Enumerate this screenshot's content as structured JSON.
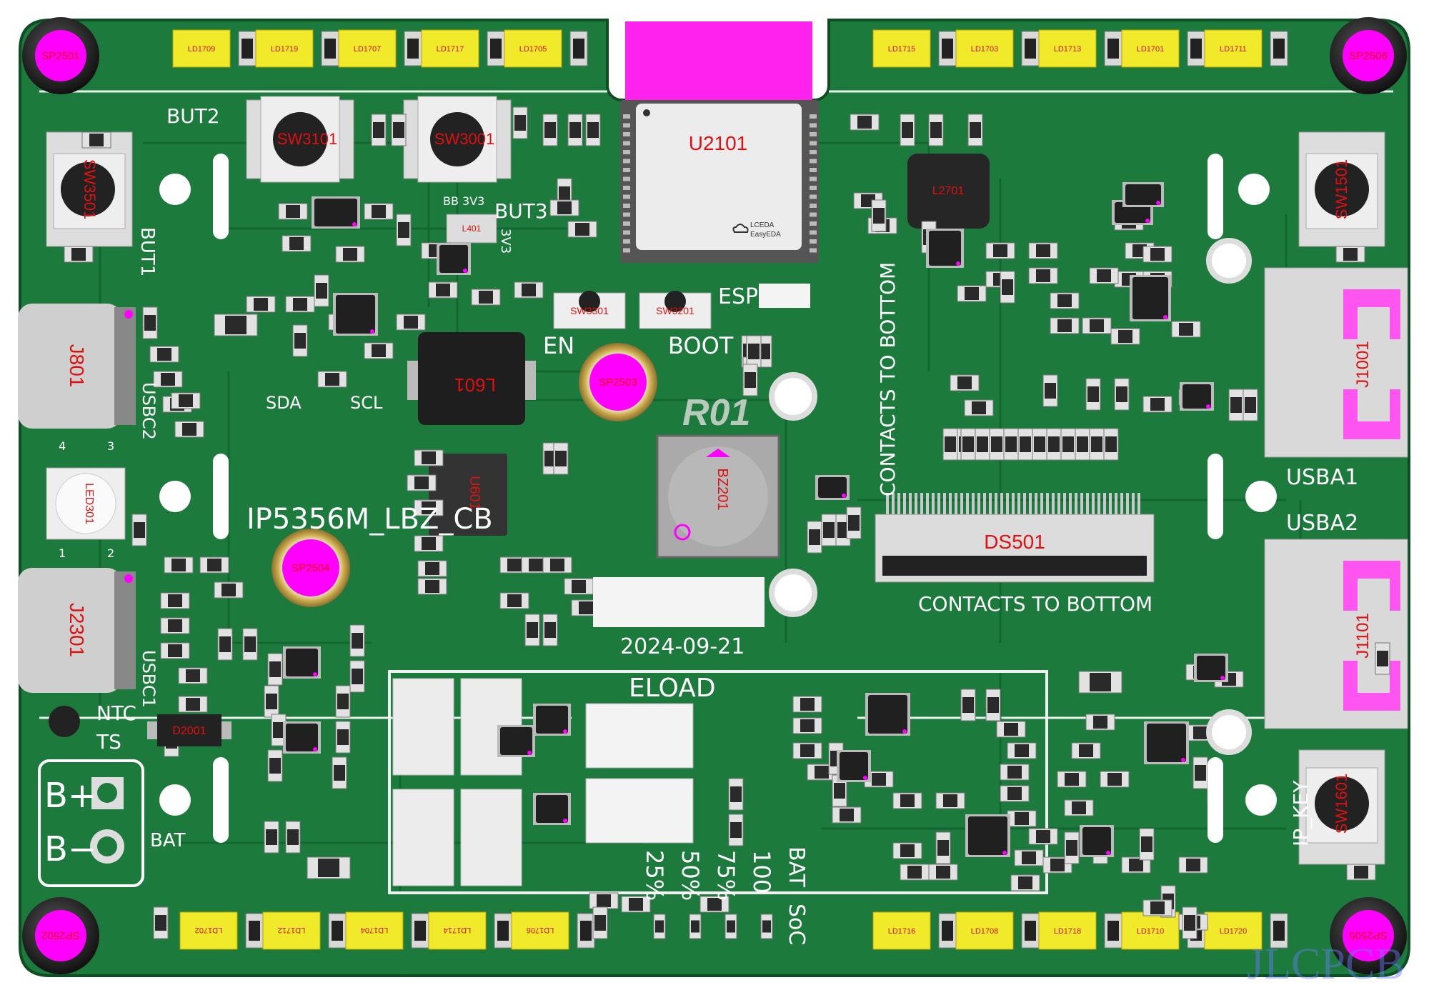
{
  "board": {
    "name": "IP5356M_LBZ_CB",
    "date": "2024-09-21",
    "revision": "R01",
    "watermark": "JLCPCB",
    "module_brand_1": "LCEDA",
    "module_brand_2": "EasyEDA"
  },
  "colors": {
    "pcb": "#1b7a3c",
    "pcb_dark": "#125e2c",
    "silk": "#ffffff",
    "marker": "#ff00ff",
    "refdes": "#e01010",
    "led": "#f1ea2a",
    "ic": "#222222",
    "pad": "#c9c9c9"
  },
  "silkscreen": {
    "but1": "BUT1",
    "but2": "BUT2",
    "but3": "BUT3",
    "bb3v3": "BB 3V3",
    "three_v3": "3V3",
    "en": "EN",
    "boot": "BOOT",
    "esp": "ESP",
    "sda": "SDA",
    "scl": "SCL",
    "usbc2": "USBC2",
    "usbc1": "USBC1",
    "usba1": "USBA1",
    "usba2": "USBA2",
    "ntc": "NTC",
    "ts": "TS",
    "bplus": "B+",
    "bminus": "B−",
    "bat": "BAT",
    "eload": "ELOAD",
    "contacts_v": "CONTACTS TO BOTTOM",
    "contacts_h": "CONTACTS TO BOTTOM",
    "ip_key": "IP_KEY",
    "pct25": "25%",
    "pct50": "50%",
    "pct75": "75%",
    "pct100": "100",
    "bat_soc_1": "BAT",
    "bat_soc_2": "SoC",
    "cc_4": "4",
    "cc_3": "3",
    "cc_1": "1",
    "cc_2": "2"
  },
  "refdes": {
    "sp2501": "SP2501",
    "sp2506": "SP2506",
    "sp2502": "SP2502",
    "sp2505": "SP2505",
    "sp2503": "SP2503",
    "sp2504": "SP2504",
    "sw3101": "SW3101",
    "sw3001": "SW3001",
    "sw3501": "SW3501",
    "sw1501": "SW1501",
    "sw1601": "SW1601",
    "sw3301": "SW3301",
    "sw3201": "SW3201",
    "u2101": "U2101",
    "l601": "L601",
    "u601": "U601",
    "bz201": "BZ201",
    "j801": "J801",
    "j2301": "J2301",
    "j1001": "J1001",
    "j1101": "J1101",
    "ds501": "DS501",
    "led301": "LED301",
    "l2701": "L2701",
    "l401": "L401",
    "d2001": "D2001"
  },
  "leds_top_left": [
    "LD1709",
    "LD1719",
    "LD1707",
    "LD1717",
    "LD1705"
  ],
  "leds_top_right": [
    "LD1715",
    "LD1703",
    "LD1713",
    "LD1701",
    "LD1711"
  ],
  "leds_bottom_left": [
    "LD1702",
    "LD1712",
    "LD1704",
    "LD1714",
    "LD1706"
  ],
  "leds_bottom_right": [
    "LD1716",
    "LD1708",
    "LD1718",
    "LD1710",
    "LD1720"
  ]
}
